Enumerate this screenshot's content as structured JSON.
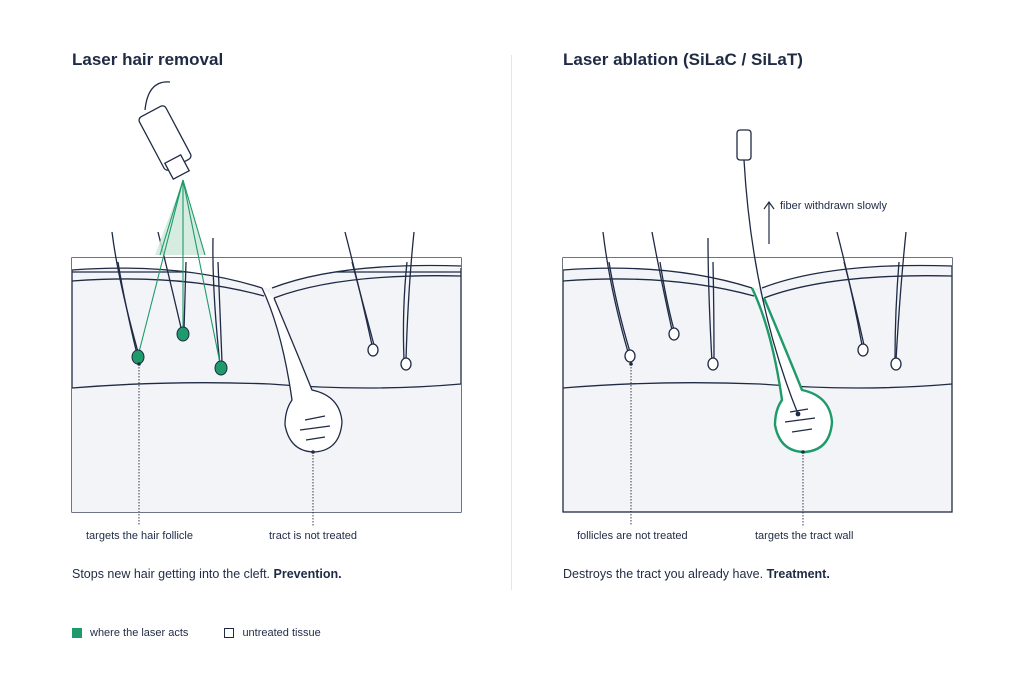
{
  "left_panel": {
    "title": "Laser hair removal",
    "label_follicle": "targets the hair follicle",
    "label_tract": "tract is not treated",
    "caption_text": "Stops new hair getting into the cleft. ",
    "caption_bold": "Prevention."
  },
  "right_panel": {
    "title": "Laser ablation (SiLaC / SiLaT)",
    "fiber_note": "fiber withdrawn slowly",
    "label_follicles": "follicles are not treated",
    "label_wall": "targets the tract wall",
    "caption_text": "Destroys the tract you already have. ",
    "caption_bold": "Treatment."
  },
  "legend": {
    "laser": "where the laser acts",
    "untreated": "untreated tissue"
  },
  "colors": {
    "ink": "#1f2a44",
    "laser_green": "#1f9a6a",
    "skin_fill": "#f2f4f8",
    "beam_fill": "#cfe9dc"
  }
}
